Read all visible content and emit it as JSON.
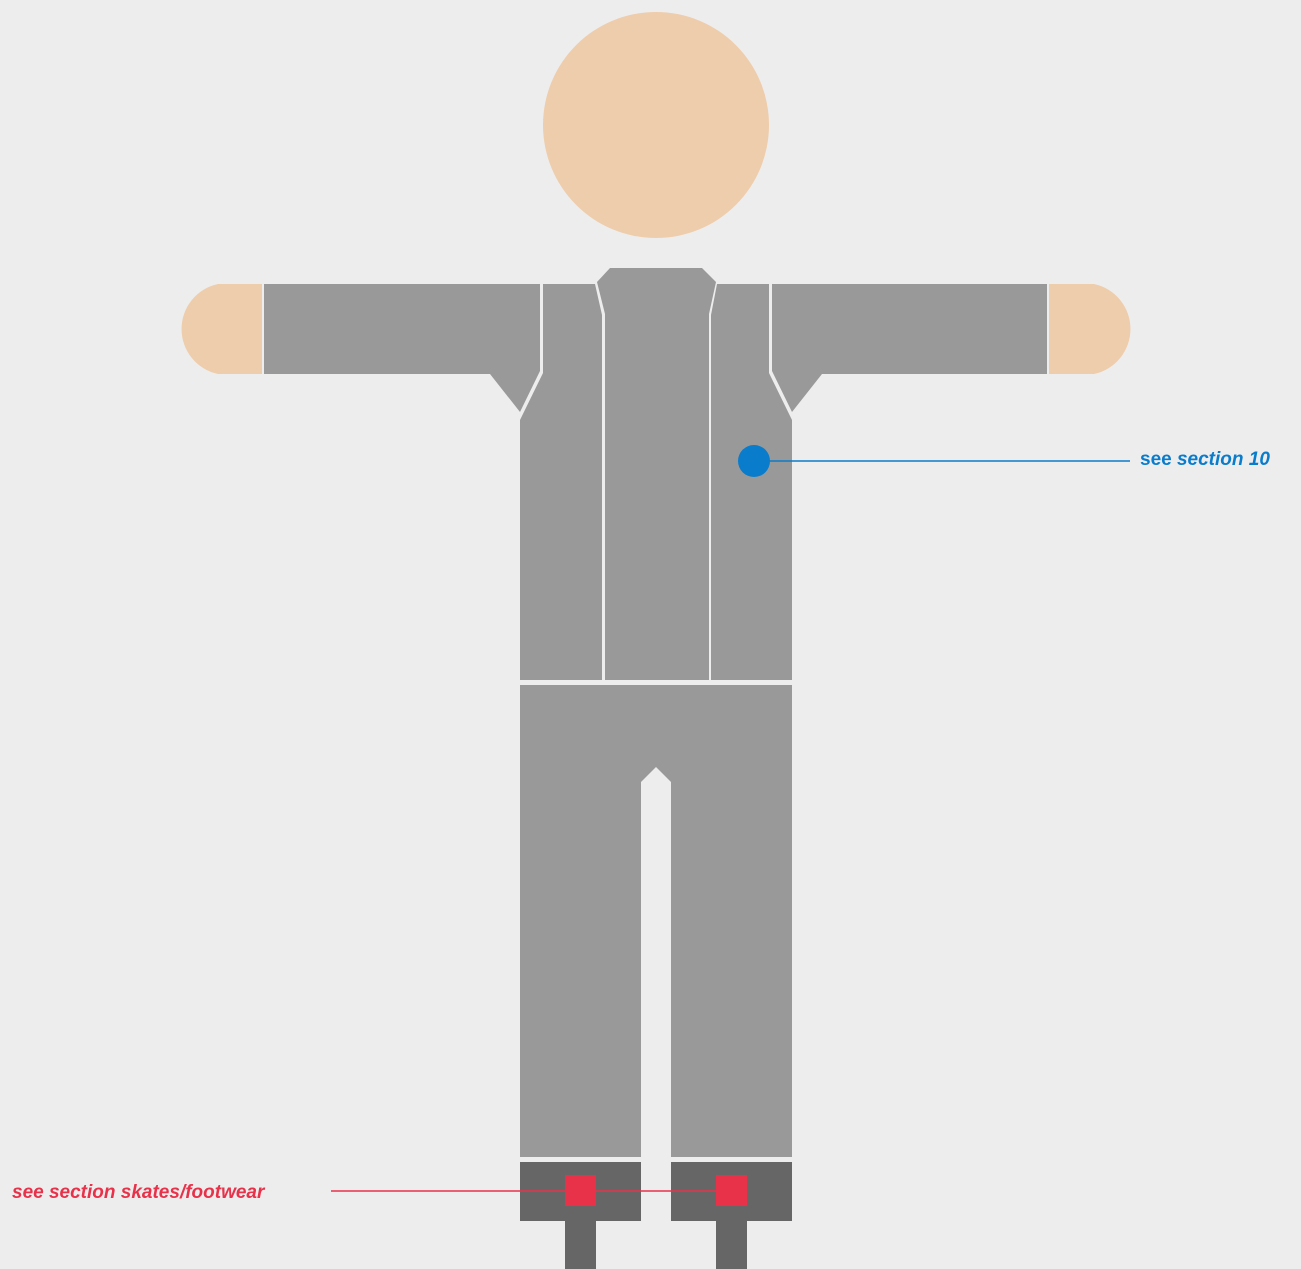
{
  "colors": {
    "background": "#eeeded",
    "skin": "#eecdac",
    "garment": "#999999",
    "seam": "#f2f2f2",
    "footwear": "#666666",
    "callout_blue": "#0a7ccc",
    "callout_red": "#e8324a"
  },
  "callouts": {
    "section_10": {
      "prefix": "see ",
      "ref": "section 10",
      "marker": "circle",
      "color": "#0a7ccc"
    },
    "footwear": {
      "prefix": "see ",
      "ref": "section skates/footwear",
      "marker": "square",
      "color": "#e8324a"
    }
  },
  "icons": {
    "head": "circle-head-icon",
    "hand": "rounded-hand-icon"
  }
}
